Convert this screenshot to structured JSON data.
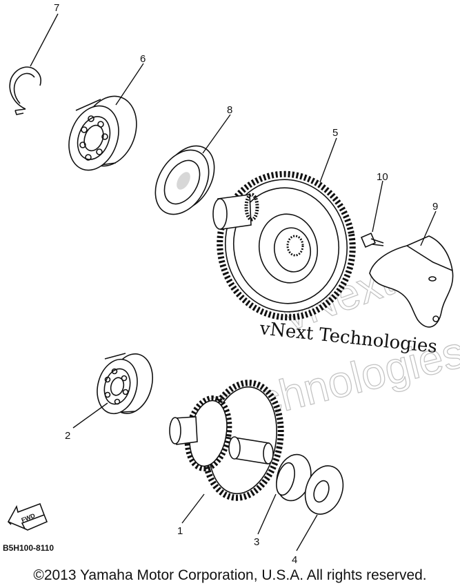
{
  "callouts": [
    {
      "id": "1",
      "text": "1"
    },
    {
      "id": "2",
      "text": "2"
    },
    {
      "id": "3",
      "text": "3"
    },
    {
      "id": "4",
      "text": "4"
    },
    {
      "id": "5",
      "text": "5"
    },
    {
      "id": "6",
      "text": "6"
    },
    {
      "id": "7",
      "text": "7"
    },
    {
      "id": "8",
      "text": "8"
    },
    {
      "id": "9",
      "text": "9"
    },
    {
      "id": "10",
      "text": "10"
    }
  ],
  "fwd_label": "FWD",
  "diagram_code": "B5H100-8110",
  "watermark": {
    "serif_text": "vNext Technologies",
    "outline_line1": "vNext",
    "outline_line2": "Technologies"
  },
  "copyright": "©2013 Yamaha Motor Corporation, U.S.A. All rights reserved."
}
